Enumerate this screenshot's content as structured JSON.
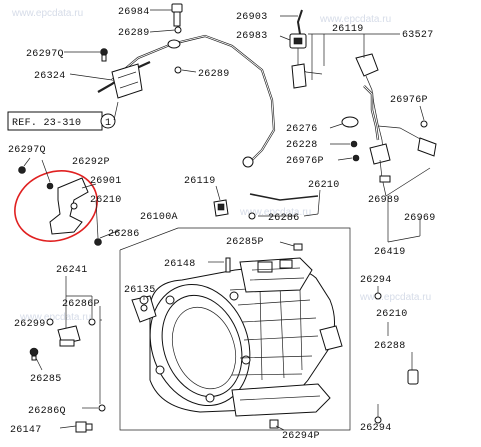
{
  "watermark": "www.epcdata.ru",
  "reference": "REF. 23-310",
  "reference_badge": "1",
  "labels": {
    "l26984": "26984",
    "l26289a": "26289",
    "l26297q_top": "26297Q",
    "l26324": "26324",
    "l26289b": "26289",
    "l26903": "26903",
    "l26983": "26983",
    "l26119_top": "26119",
    "l63527": "63527",
    "l26976p_r": "26976P",
    "l26276": "26276",
    "l26228": "26228",
    "l26976p_m": "26976P",
    "l26297q_left": "26297Q",
    "l26292p": "26292P",
    "l26901": "26901",
    "l26210_l": "26210",
    "l26119_mid": "26119",
    "l26210_m": "26210",
    "l26286_m": "26286",
    "l26989": "26989",
    "l26969": "26969",
    "l26100a": "26100A",
    "l26286_l": "26286",
    "l26285p": "26285P",
    "l26419": "26419",
    "l26148": "26148",
    "l26241": "26241",
    "l26294_r": "26294",
    "l26135": "26135",
    "l26286p": "26286P",
    "l26210_r": "26210",
    "l26299": "26299",
    "l26288": "26288",
    "l26285": "26285",
    "l26286q": "26286Q",
    "l26147": "26147",
    "l26294p": "26294P",
    "l26294_b": "26294"
  }
}
